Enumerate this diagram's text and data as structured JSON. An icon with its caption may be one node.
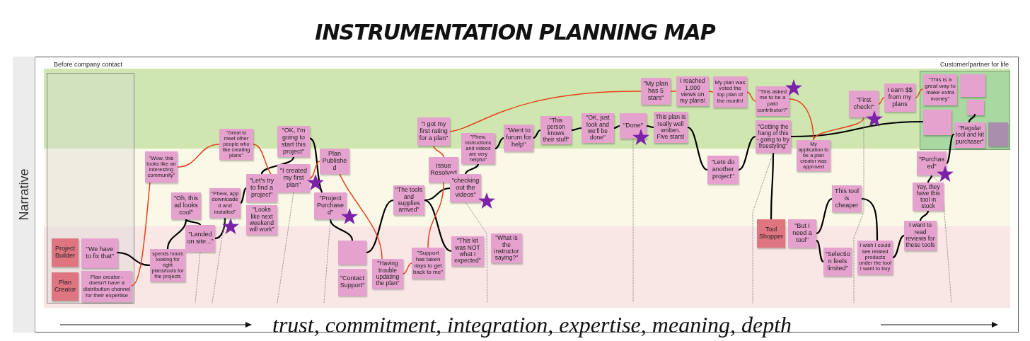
{
  "diagram": {
    "title": "INSTRUMENTATION PLANNING MAP",
    "nodes": [
      {
        "text": [],
        "shape": "box"
      },
      {
        "text": [
          "Project Builder"
        ],
        "in": 0
      },
      {
        "text": [
          "\"We have to fix that\""
        ],
        "in": 0
      },
      {
        "text": [
          "Plan Creator"
        ],
        "in": 0
      },
      {
        "text": [
          "Plan creator - doesn't have a distribution channel for their expertise"
        ],
        "in": 0
      },
      {
        "text": [
          "\"Wow, this looks like an interesting community\""
        ]
      },
      {
        "text": [
          "\"Oh, this ad looks cool\""
        ]
      },
      {
        "text": [
          "spends hours looking for right plans/tools for the projects"
        ]
      },
      {
        "text": [
          "\"Landed on site...\""
        ]
      },
      {
        "text": [
          "\"Great to meet other people who like creating plans\""
        ]
      },
      {
        "text": [
          "\"Phew, app downloaded and installed\""
        ]
      },
      {
        "text": [
          "\"Let's try to find a project\""
        ]
      },
      {
        "text": [
          "\"Looks like next weekend will work\""
        ]
      },
      {
        "text": [
          "\"OK, I'm going to start this project\""
        ]
      },
      {
        "text": [
          "\"I created my first plan\""
        ]
      },
      {
        "text": [
          "Plan Published"
        ]
      },
      {
        "text": [
          "\"Project Purchased\""
        ]
      },
      {
        "text": [],
        "shape": "box"
      },
      {
        "text": [
          "\"Contact Support\""
        ]
      },
      {
        "text": [
          "\"Having trouble updating the plan\""
        ]
      },
      {
        "text": [
          "\"Support has taken days to get back to me\""
        ]
      },
      {
        "text": [
          "\"The tools and supplies arrived\""
        ]
      },
      {
        "text": [
          "Issue Resolved"
        ]
      },
      {
        "text": [
          "\"I got my first rating for a plan\""
        ]
      },
      {
        "text": [
          "\"checking out the videos\""
        ]
      },
      {
        "text": [
          "\"Phew, instructions and videos are very helpful\""
        ]
      },
      {
        "text": [
          "\"This kit was NOT what I expected\""
        ]
      },
      {
        "text": [
          "\"What is the instructor saying?\""
        ]
      },
      {
        "text": [
          "\"Went to forum for help\""
        ]
      },
      {
        "text": [
          "\"This person knows their stuff\""
        ]
      },
      {
        "text": [
          "\"OK, just look and we'll be done\""
        ]
      },
      {
        "text": [
          "\"Done\""
        ]
      },
      {
        "text": [
          "\"My plan has 5 stars\""
        ]
      },
      {
        "text": [
          "I reached 1,000 views on my plans!"
        ]
      },
      {
        "text": [
          "This plan is really well written. Five stars!"
        ]
      },
      {
        "text": [
          "My plan was voted the top plan of the month!"
        ]
      },
      {
        "text": [
          "\"Lets do another project\""
        ]
      },
      {
        "text": [
          "\"This asked me to be a paid contributor?\""
        ]
      },
      {
        "text": [
          "\"Getting the hang of this - going to try freestyling\""
        ]
      },
      {
        "text": [
          "My application to be a plan creator was approved"
        ]
      },
      {
        "text": [
          "Tool Shopper"
        ]
      },
      {
        "text": [
          "\"But I need a tool\""
        ]
      },
      {
        "text": [
          "This tool is cheaper"
        ]
      },
      {
        "text": [
          "\"Selection feels limited\""
        ]
      },
      {
        "text": [
          "\"First check!\""
        ]
      },
      {
        "text": [
          "I earn $$ from my plans"
        ]
      },
      {
        "text": [],
        "shape": "box"
      },
      {
        "text": [
          "\"This is a great way to make extra money\""
        ],
        "in": 46
      },
      {
        "text": [],
        "shape": "box",
        "in": 46
      },
      {
        "text": [],
        "shape": "box",
        "in": 46
      },
      {
        "text": [],
        "shape": "box",
        "in": 46
      },
      {
        "text": [
          "\"Regular tool and kit purchaser\""
        ],
        "in": 46
      },
      {
        "text": [],
        "shape": "box",
        "in": 46
      },
      {
        "text": [
          "\"Purchased\""
        ]
      },
      {
        "text": [
          "Yay, they have this tool in stock"
        ]
      },
      {
        "text": [
          "I want to read reviews for these tools"
        ]
      },
      {
        "text": [
          "I wish I could see related products under the tool I want to buy"
        ]
      }
    ],
    "edges": [
      {
        "from": 2,
        "to": 7,
        "arrow": "none"
      },
      {
        "from": 7,
        "to": 6,
        "arrow": "none"
      },
      {
        "from": 6,
        "to": 8,
        "arrow": "none"
      },
      {
        "from": 8,
        "to": 10,
        "arrow": "none"
      },
      {
        "from": 10,
        "to": 11,
        "arrow": "none"
      },
      {
        "from": 11,
        "to": 13,
        "arrow": "none"
      },
      {
        "from": 13,
        "to": 16,
        "arrow": "none"
      },
      {
        "from": 16,
        "to": 17,
        "arrow": "none"
      },
      {
        "from": 17,
        "to": 21,
        "arrow": "none"
      },
      {
        "from": 21,
        "to": 24,
        "arrow": "none"
      },
      {
        "from": 21,
        "to": 26,
        "arrow": "none"
      },
      {
        "from": 24,
        "to": 25,
        "arrow": "none"
      },
      {
        "from": 25,
        "to": 28,
        "arrow": "none"
      },
      {
        "from": 28,
        "to": 29,
        "arrow": "none"
      },
      {
        "from": 29,
        "to": 30,
        "arrow": "none"
      },
      {
        "from": 30,
        "to": 31,
        "arrow": "none"
      },
      {
        "from": 31,
        "to": 34,
        "arrow": "none"
      },
      {
        "from": 34,
        "to": 36,
        "arrow": "none"
      },
      {
        "from": 36,
        "to": 38,
        "arrow": "none"
      },
      {
        "from": 38,
        "to": 49,
        "arrow": "none"
      },
      {
        "from": 38,
        "to": 40,
        "arrow": "none"
      },
      {
        "from": 41,
        "to": 42,
        "arrow": "none"
      },
      {
        "from": 41,
        "to": 43,
        "arrow": "none"
      },
      {
        "from": 42,
        "to": 56,
        "arrow": "none"
      },
      {
        "from": 56,
        "to": 55,
        "arrow": "none"
      },
      {
        "from": 55,
        "to": 54,
        "arrow": "none"
      },
      {
        "from": 54,
        "to": 53,
        "arrow": "none"
      },
      {
        "from": 53,
        "to": 51,
        "arrow": "none"
      },
      {
        "from": 50,
        "to": 51,
        "arrow": "none"
      },
      {
        "from": 4,
        "to": 5,
        "arrow": "none",
        "color": "#e8401c"
      },
      {
        "from": 5,
        "to": 9,
        "arrow": "none",
        "color": "#e8401c"
      },
      {
        "from": 9,
        "to": 14,
        "arrow": "none",
        "color": "#e8401c"
      },
      {
        "from": 14,
        "to": 15,
        "arrow": "none",
        "color": "#e8401c"
      },
      {
        "from": 15,
        "to": 19,
        "arrow": "none",
        "color": "#e8401c"
      },
      {
        "from": 19,
        "to": 20,
        "arrow": "none",
        "color": "#e8401c"
      },
      {
        "from": 20,
        "to": 22,
        "arrow": "none",
        "color": "#e8401c"
      },
      {
        "from": 22,
        "to": 23,
        "arrow": "none",
        "color": "#e8401c"
      },
      {
        "from": 23,
        "to": 32,
        "arrow": "none",
        "color": "#e8401c"
      },
      {
        "from": 32,
        "to": 33,
        "arrow": "none",
        "color": "#e8401c"
      },
      {
        "from": 33,
        "to": 35,
        "arrow": "none",
        "color": "#e8401c"
      },
      {
        "from": 35,
        "to": 37,
        "arrow": "none",
        "color": "#e8401c"
      },
      {
        "from": 37,
        "to": 39,
        "arrow": "none",
        "color": "#e8401c"
      },
      {
        "from": 39,
        "to": 44,
        "arrow": "none",
        "color": "#e8401c"
      },
      {
        "from": 44,
        "to": 45,
        "arrow": "none",
        "color": "#e8401c"
      },
      {
        "from": 45,
        "to": 47,
        "arrow": "none",
        "color": "#e8401c"
      },
      {
        "from": 8,
        "to": null,
        "arrow": "none",
        "style": "dashed",
        "color": "#8a8a8a"
      },
      {
        "from": 10,
        "to": null,
        "arrow": "none",
        "style": "dashed",
        "color": "#8a8a8a"
      },
      {
        "from": 14,
        "to": null,
        "arrow": "none",
        "style": "dashed",
        "color": "#8a8a8a"
      },
      {
        "from": 16,
        "to": null,
        "arrow": "none",
        "style": "dashed",
        "color": "#8a8a8a"
      },
      {
        "from": 24,
        "to": null,
        "arrow": "none",
        "style": "dashed",
        "color": "#8a8a8a"
      },
      {
        "from": 31,
        "to": null,
        "arrow": "none",
        "style": "dashed",
        "color": "#8a8a8a"
      },
      {
        "from": 38,
        "to": null,
        "arrow": "none",
        "style": "dashed",
        "color": "#8a8a8a"
      },
      {
        "from": 44,
        "to": null,
        "arrow": "none",
        "style": "dashed",
        "color": "#8a8a8a"
      },
      {
        "from": 53,
        "to": null,
        "arrow": "none",
        "style": "dashed",
        "color": "#8a8a8a"
      }
    ],
    "labels": [
      "Before company contact",
      "Customer/partner for life",
      "Narrative",
      "trust, commitment, integration, expertise, meaning, depth"
    ]
  }
}
